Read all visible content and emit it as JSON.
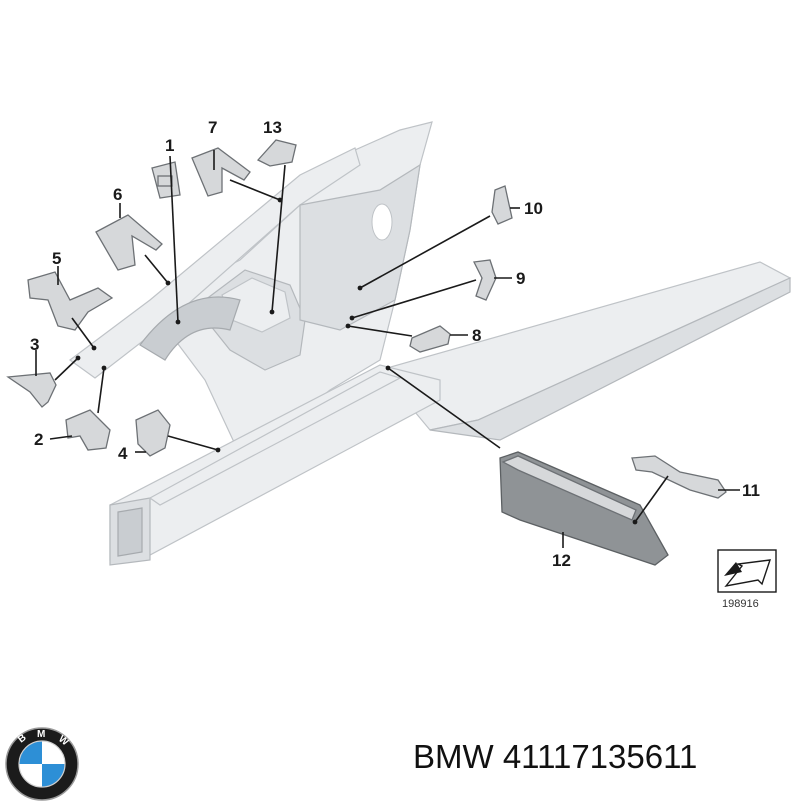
{
  "diagram": {
    "callouts": [
      {
        "id": "1",
        "label": "1"
      },
      {
        "id": "2",
        "label": "2"
      },
      {
        "id": "3",
        "label": "3"
      },
      {
        "id": "4",
        "label": "4"
      },
      {
        "id": "5",
        "label": "5"
      },
      {
        "id": "6",
        "label": "6"
      },
      {
        "id": "7",
        "label": "7"
      },
      {
        "id": "8",
        "label": "8"
      },
      {
        "id": "9",
        "label": "9"
      },
      {
        "id": "10",
        "label": "10"
      },
      {
        "id": "11",
        "label": "11"
      },
      {
        "id": "12",
        "label": "12"
      },
      {
        "id": "13",
        "label": "13"
      }
    ],
    "reference_number": "198916"
  },
  "footer": {
    "brand": "BMW",
    "part_number": "BMW 41117135611",
    "logo_letters": "BMW"
  },
  "colors": {
    "body_panel": "#eceef0",
    "part_fill": "#d6d8da",
    "part_dark": "#8f9396",
    "line": "#1a1a1a",
    "logo_blue": "#2d8fd6",
    "logo_ring": "#1b1b1b"
  }
}
